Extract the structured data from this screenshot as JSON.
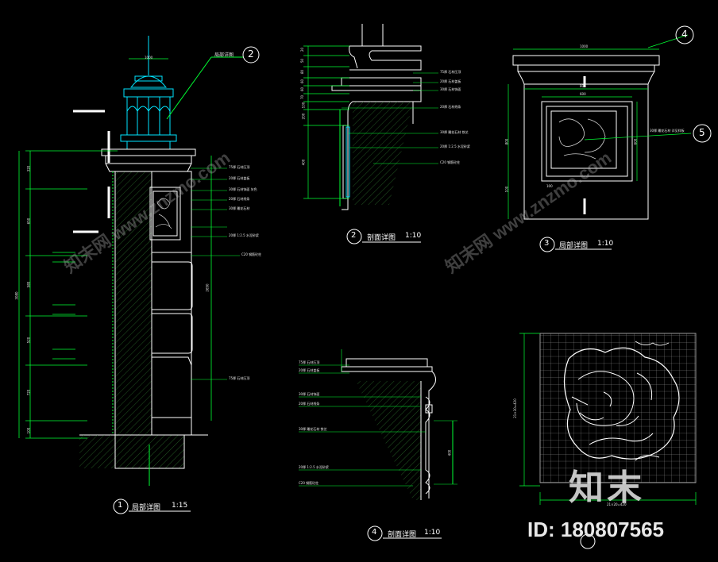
{
  "colors": {
    "background": "#000000",
    "green": "#00ff33",
    "cyan": "#00e5ff",
    "white": "#ffffff",
    "yellow": "#ffff33",
    "hatch": "#3aa03a"
  },
  "views": [
    {
      "num": "1",
      "title": "局部详图",
      "scale": "1:15"
    },
    {
      "num": "2",
      "title": "剖面详图",
      "scale": "1:10"
    },
    {
      "num": "3",
      "title": "局部详图",
      "scale": "1:10"
    },
    {
      "num": "4",
      "title": "剖面详图",
      "scale": "1:10"
    }
  ],
  "callouts": {
    "c2": "2",
    "c4": "4",
    "c5": "5",
    "callout_label": "局部详图"
  },
  "dims": {
    "v1": [
      "320",
      "650",
      "580",
      "520",
      "720",
      "100",
      "3080",
      "2650"
    ],
    "v1_top": "1000",
    "v2": [
      "20",
      "50",
      "80",
      "60",
      "60",
      "70",
      "200",
      "100",
      "400"
    ],
    "v3": [
      "1000",
      "800",
      "600",
      "600",
      "800",
      "100",
      "100"
    ],
    "v4": [
      "400"
    ],
    "v5_side": "21×30=420",
    "v5_bottom": "21×20=420"
  },
  "notes": {
    "v1": [
      "75厚 石材压顶",
      "20厚 石材盖板",
      "30厚 石材饰面 灰色",
      "20厚 石材线条",
      "30厚 雕花石材",
      "20厚 1:2.5 水泥砂浆",
      "C20 钢筋砼柱",
      "75厚 石材压顶"
    ],
    "v2": [
      "75厚 石材压顶",
      "20厚 石材盖板",
      "30厚 石材饰面",
      "20厚 石材线条",
      "30厚 雕花石材 铁艺",
      "20厚 1:2.5 水泥砂浆",
      "C20 钢筋砼柱"
    ],
    "v3": [
      "30厚 雕花石材 详见样板"
    ],
    "v4": [
      "75厚 石材压顶",
      "20厚 石材盖板",
      "30厚 石材饰面",
      "20厚 石材线条",
      "30厚 雕花石材 铁艺",
      "20厚 1:2.5 水泥砂浆",
      "C20 钢筋砼柱"
    ]
  },
  "watermark": {
    "logo": "知末",
    "id": "ID: 180807565",
    "site": "知末网 www.znzmo.com"
  }
}
